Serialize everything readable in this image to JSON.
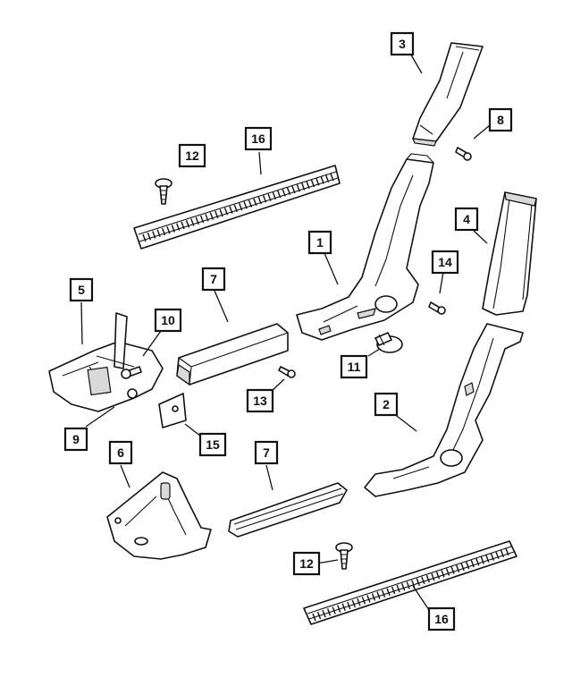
{
  "callouts": [
    {
      "id": "c3",
      "label": "3"
    },
    {
      "id": "c8",
      "label": "8"
    },
    {
      "id": "c16a",
      "label": "16"
    },
    {
      "id": "c12a",
      "label": "12"
    },
    {
      "id": "c1",
      "label": "1"
    },
    {
      "id": "c4",
      "label": "4"
    },
    {
      "id": "c14",
      "label": "14"
    },
    {
      "id": "c5",
      "label": "5"
    },
    {
      "id": "c7a",
      "label": "7"
    },
    {
      "id": "c10",
      "label": "10"
    },
    {
      "id": "c11",
      "label": "11"
    },
    {
      "id": "c13",
      "label": "13"
    },
    {
      "id": "c2",
      "label": "2"
    },
    {
      "id": "c9",
      "label": "9"
    },
    {
      "id": "c15",
      "label": "15"
    },
    {
      "id": "c6",
      "label": "6"
    },
    {
      "id": "c7b",
      "label": "7"
    },
    {
      "id": "c12b",
      "label": "12"
    },
    {
      "id": "c16b",
      "label": "16"
    }
  ]
}
